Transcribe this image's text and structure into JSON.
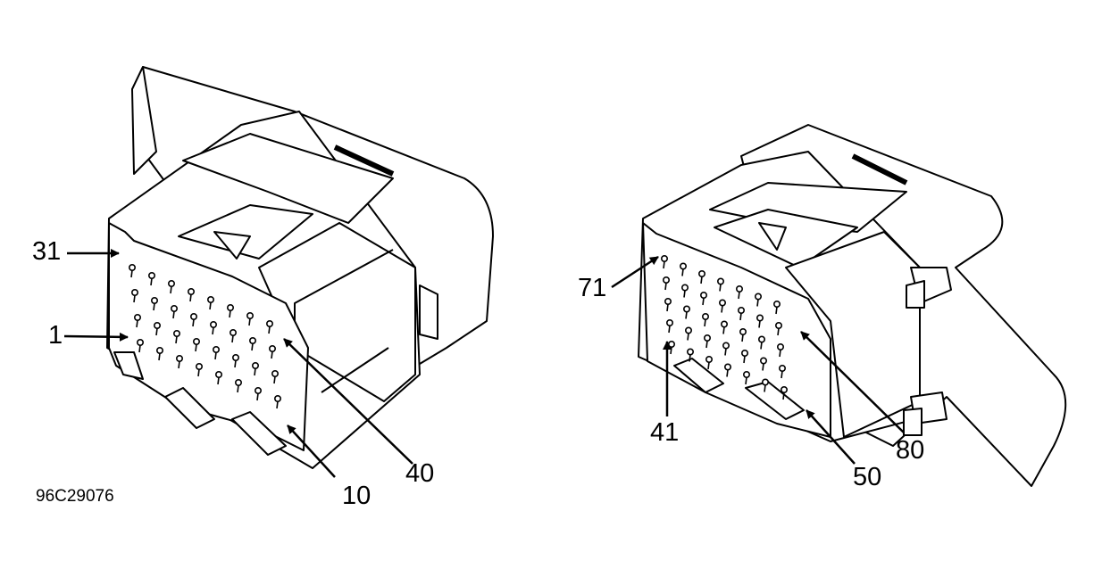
{
  "figure_code": "96C29076",
  "connectors": [
    {
      "name": "left-connector",
      "callouts": [
        "31",
        "1",
        "40",
        "10"
      ]
    },
    {
      "name": "right-connector",
      "callouts": [
        "71",
        "41",
        "80",
        "50"
      ]
    }
  ],
  "colors": {
    "line": "#000000",
    "fill": "#ffffff",
    "shade": "#d9d9d9"
  }
}
